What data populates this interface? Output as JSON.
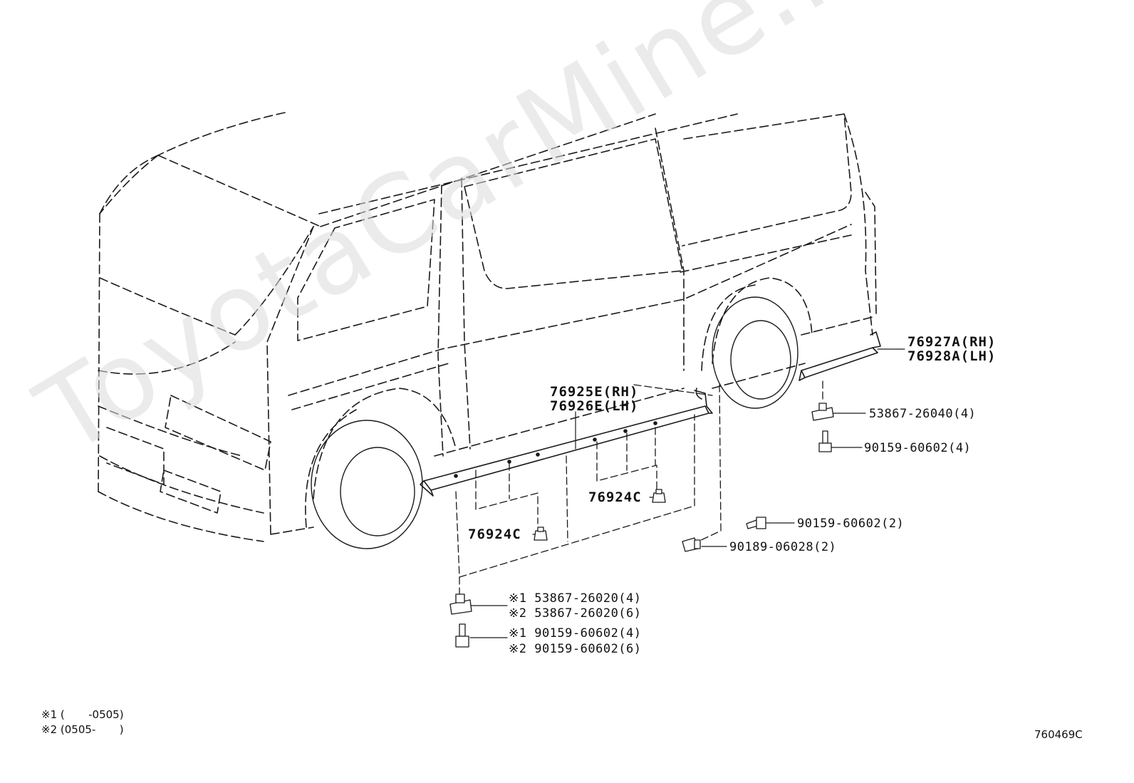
{
  "watermark": "ToyotaCarMine.ru",
  "diagram_code": "760469C",
  "parts": {
    "rocker_rh": "76925E(RH)",
    "rocker_lh": "76926E(LH)",
    "rear_rh": "76927A(RH)",
    "rear_lh": "76928A(LH)",
    "clip_front": "76924C",
    "clip_mid": "76924C",
    "nut_rear": "53867-26040(4)",
    "screw_rear": "90159-60602(4)",
    "screw_side": "90159-60602(2)",
    "clip_side": "90189-06028(2)",
    "nut_low_1": "※1 53867-26020(4)",
    "nut_low_2": "※2 53867-26020(6)",
    "screw_low_1": "※1 90159-60602(4)",
    "screw_low_2": "※2 90159-60602(6)"
  },
  "notes": {
    "note1": "※1 (       -0505)",
    "note2": "※2 (0505-       )"
  },
  "colors": {
    "line": "#1a1a1a",
    "watermark": "#dcdcdc"
  }
}
